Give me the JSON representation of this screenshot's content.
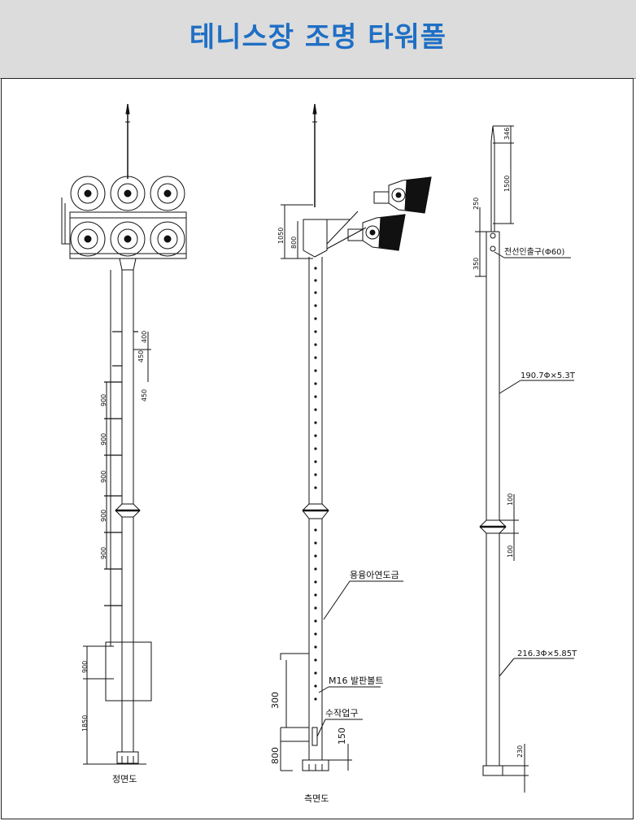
{
  "title": "테니스장 조명 타워폴",
  "views": {
    "front": "정면도",
    "side": "측면도"
  },
  "front_dims": {
    "d400": "400",
    "d450a": "450",
    "d450b": "450",
    "d900a": "900",
    "d900b": "900",
    "d900c": "900",
    "d900d": "900",
    "d900e": "900",
    "d900f": "900",
    "d1850": "1850"
  },
  "side_dims": {
    "d1050": "1050",
    "d800top": "800",
    "d300": "300",
    "d800bot": "800",
    "d150": "150"
  },
  "side_labels": {
    "galv": "용융아연도금",
    "bolt": "M16 발판볼트",
    "hole": "수작업구"
  },
  "right_dims": {
    "d346": "346",
    "d1500": "1500",
    "d250": "250",
    "d350": "350",
    "d100a": "100",
    "d100b": "100",
    "d230": "230"
  },
  "right_labels": {
    "cable": "전선인출구(Φ60)",
    "upper_pipe": "190.7Φ×5.3T",
    "lower_pipe": "216.3Φ×5.85T"
  }
}
